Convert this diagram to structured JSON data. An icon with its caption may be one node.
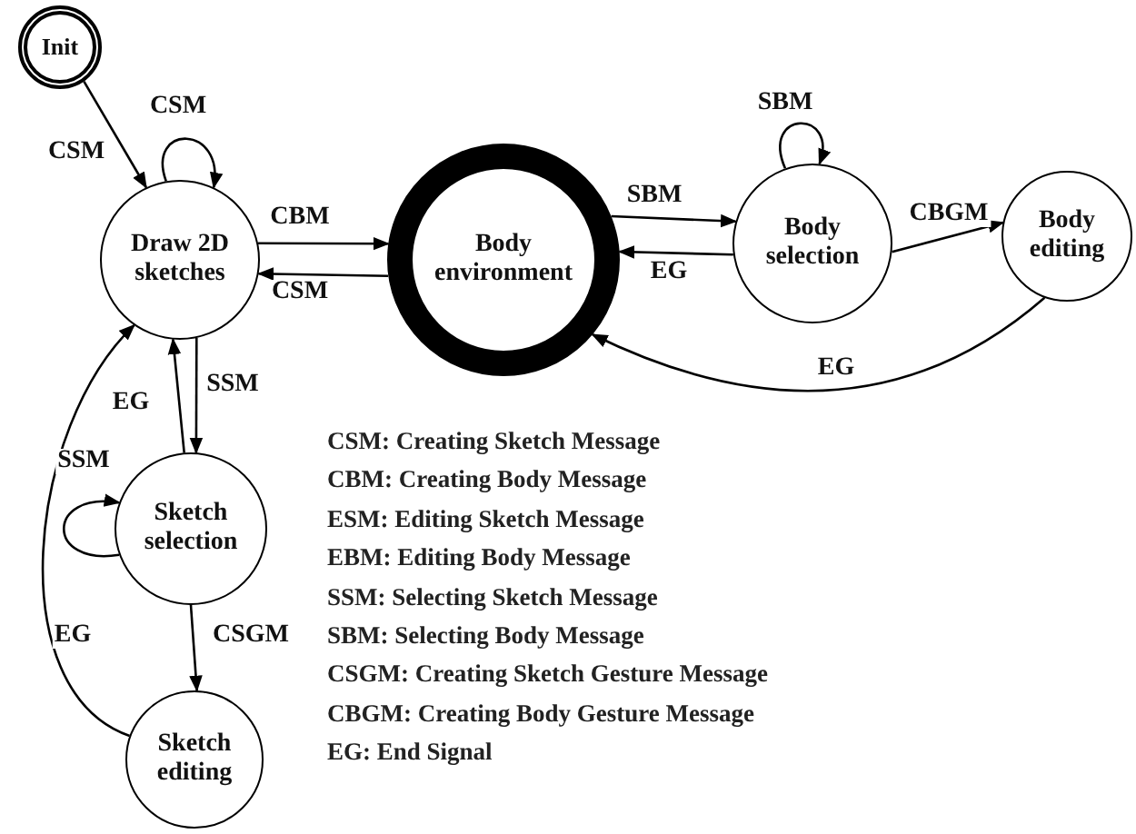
{
  "diagram": {
    "nodes": [
      {
        "text": [
          "Init"
        ]
      },
      {
        "text": [
          "Draw 2D sketches"
        ]
      },
      {
        "text": [
          "Body environment"
        ]
      },
      {
        "text": [
          "Body selection"
        ]
      },
      {
        "text": [
          "Body editing"
        ]
      },
      {
        "text": [
          "Sketch selection"
        ]
      },
      {
        "text": [
          "Sketch editing"
        ]
      }
    ],
    "edges": [
      {
        "from": 0,
        "to": 1,
        "arrow": "to",
        "label": "CSM"
      },
      {
        "from": 1,
        "to": 1,
        "arrow": "to",
        "label": "CSM"
      },
      {
        "from": 1,
        "to": 2,
        "arrow": "to",
        "label": "CBM"
      },
      {
        "from": 2,
        "to": 1,
        "arrow": "to",
        "label": "CSM"
      },
      {
        "from": 2,
        "to": 3,
        "arrow": "to",
        "label": "SBM"
      },
      {
        "from": 3,
        "to": 2,
        "arrow": "to",
        "label": "EG"
      },
      {
        "from": 3,
        "to": 3,
        "arrow": "to",
        "label": "SBM"
      },
      {
        "from": 3,
        "to": 4,
        "arrow": "to",
        "label": "CBGM"
      },
      {
        "from": 4,
        "to": 2,
        "arrow": "to",
        "label": "EG"
      },
      {
        "from": 1,
        "to": 5,
        "arrow": "to",
        "label": "SSM"
      },
      {
        "from": 5,
        "to": 1,
        "arrow": "to",
        "label": "EG"
      },
      {
        "from": 5,
        "to": 5,
        "arrow": "to",
        "label": "SSM"
      },
      {
        "from": 5,
        "to": 6,
        "arrow": "to",
        "label": "CSGM"
      },
      {
        "from": 6,
        "to": 1,
        "arrow": "to",
        "label": "EG"
      }
    ],
    "labels": [
      "CSM: Creating Sketch Message",
      "CBM: Creating Body Message",
      "ESM: Editing Sketch Message",
      "EBM: Editing Body Message",
      "SSM: Selecting Sketch Message",
      "SBM: Selecting Body Message",
      "CSGM: Creating Sketch Gesture Message",
      "CBGM: Creating Body Gesture Message",
      "EG: End Signal"
    ]
  }
}
